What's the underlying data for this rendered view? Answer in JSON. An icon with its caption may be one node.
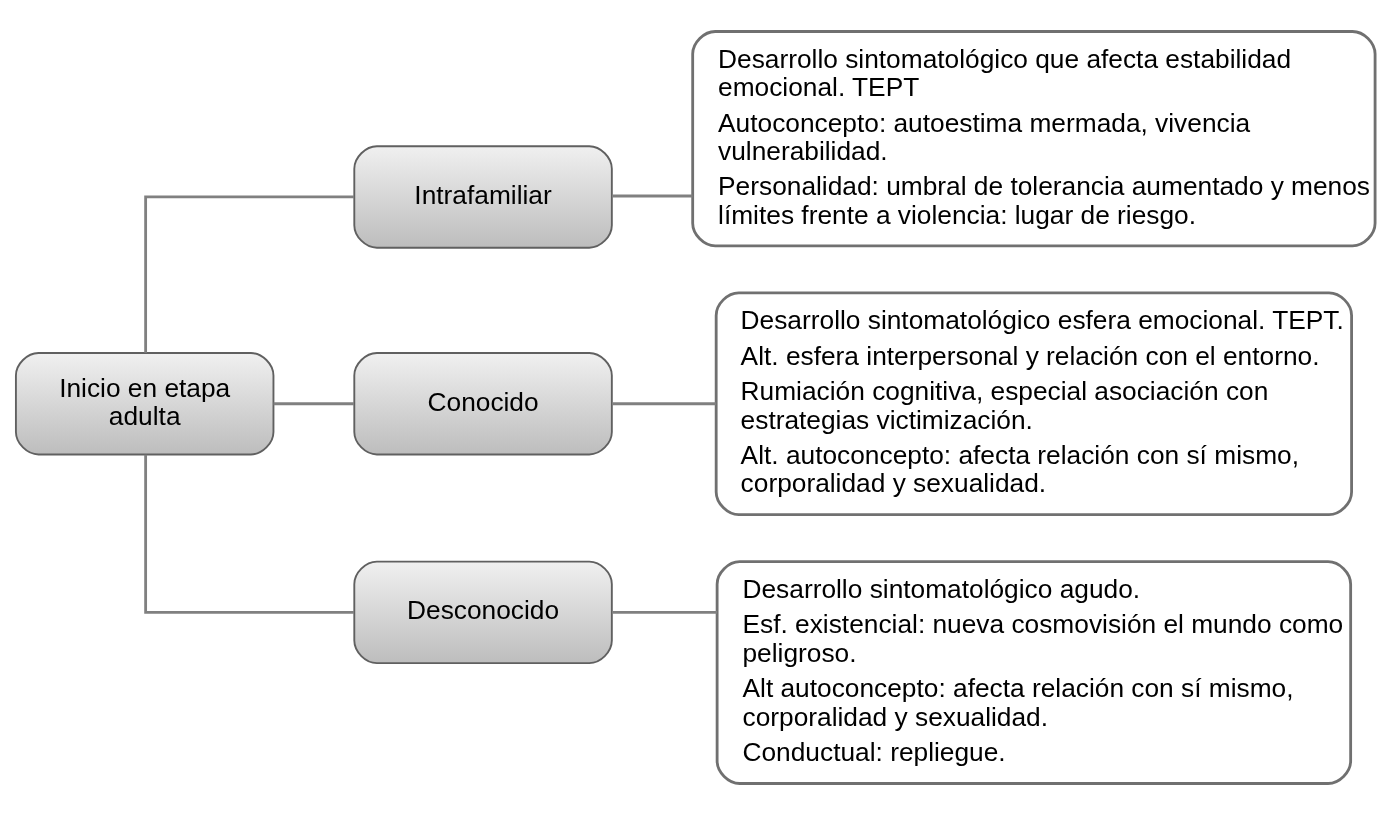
{
  "diagram": {
    "nodes": [
      {
        "text": [
          "Inicio en etapa adulta"
        ]
      },
      {
        "text": [
          "Intrafamiliar"
        ]
      },
      {
        "text": [
          "Desarrollo sintomatológico que afecta estabilidad emocional. TEPT",
          "Autoconcepto: autoestima mermada, vivencia vulnerabilidad.",
          "Personalidad: umbral de tolerancia aumentado y menos límites frente a violencia: lugar de riesgo."
        ]
      },
      {
        "text": [
          "Conocido"
        ]
      },
      {
        "text": [
          "Desarrollo sintomatológico esfera emocional. TEPT.",
          "Alt. esfera interpersonal y relación con el entorno.",
          "Rumiación cognitiva, especial asociación con estrategias victimización.",
          "Alt. autoconcepto: afecta relación con sí mismo, corporalidad y sexualidad."
        ]
      },
      {
        "text": [
          "Desconocido"
        ]
      },
      {
        "text": [
          "Desarrollo sintomatológico agudo.",
          "Esf. existencial: nueva cosmovisión el mundo como peligroso.",
          "Alt autoconcepto: afecta relación con sí mismo, corporalidad y sexualidad.",
          "Conductual: repliegue."
        ]
      }
    ],
    "edges": [
      {
        "from": 0,
        "to": 1,
        "arrow": "none"
      },
      {
        "from": 0,
        "to": 3,
        "arrow": "none"
      },
      {
        "from": 0,
        "to": 5,
        "arrow": "none"
      },
      {
        "from": 1,
        "to": 2,
        "arrow": "none"
      },
      {
        "from": 3,
        "to": 4,
        "arrow": "none"
      },
      {
        "from": 5,
        "to": 6,
        "arrow": "none"
      }
    ]
  }
}
